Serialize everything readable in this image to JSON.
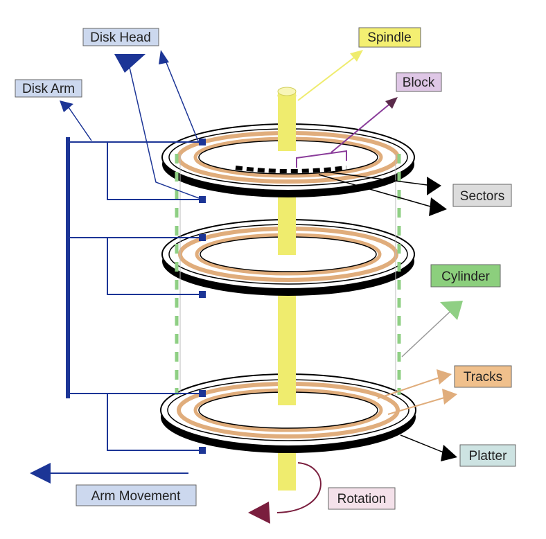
{
  "labels": {
    "disk_head": "Disk Head",
    "disk_arm": "Disk Arm",
    "spindle": "Spindle",
    "block": "Block",
    "sectors": "Sectors",
    "cylinder": "Cylinder",
    "tracks": "Tracks",
    "platter": "Platter",
    "arm_movement": "Arm Movement",
    "rotation": "Rotation"
  },
  "colors": {
    "arm_blue": "#1c3596",
    "spindle_yellow": "#efec6e",
    "track_tan": "#e0ad7c",
    "cylinder_green": "#8fcf84",
    "block_purple": "#8a3c9a",
    "rotation_maroon": "#7a1e3e",
    "label_disk": "#ccd8ee",
    "label_spindle": "#f4ef72",
    "label_block": "#dfc7e6",
    "label_sectors": "#dcdcdc",
    "label_cylinder": "#8ccf7d",
    "label_tracks": "#f0c08c",
    "label_platter": "#cde3e2",
    "label_rotation": "#f4e1ea"
  }
}
